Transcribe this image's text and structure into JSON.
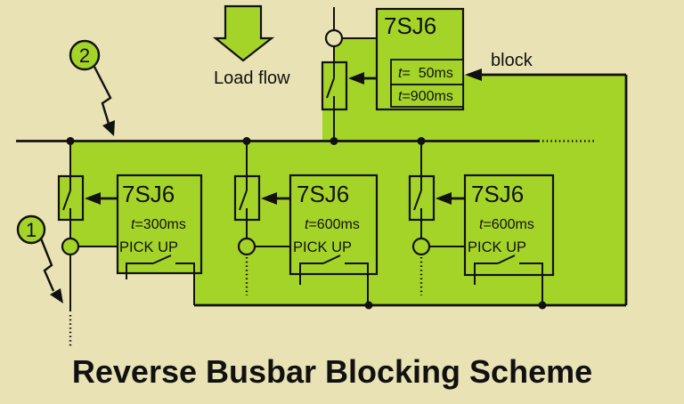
{
  "colors": {
    "background": "#e9e2b4",
    "highlight_green": "#a5d429",
    "line": "#111111"
  },
  "title": "Reverse Busbar Blocking Scheme",
  "load_flow_label": "Load flow",
  "block_label": "block",
  "callouts": {
    "busbar_fault": "2",
    "feeder_fault": "1"
  },
  "incomer_relay": {
    "name": "7SJ6",
    "stage1_symbol": "t",
    "stage1_value": "=  50ms",
    "stage2_symbol": "t",
    "stage2_value": "=900ms"
  },
  "feeder_relays": [
    {
      "name": "7SJ6",
      "timer_symbol": "t",
      "timer_value": "=300ms",
      "pickup_label": "PICK UP"
    },
    {
      "name": "7SJ6",
      "timer_symbol": "t",
      "timer_value": "=600ms",
      "pickup_label": "PICK UP"
    },
    {
      "name": "7SJ6",
      "timer_symbol": "t",
      "timer_value": "=600ms",
      "pickup_label": "PICK UP"
    }
  ]
}
